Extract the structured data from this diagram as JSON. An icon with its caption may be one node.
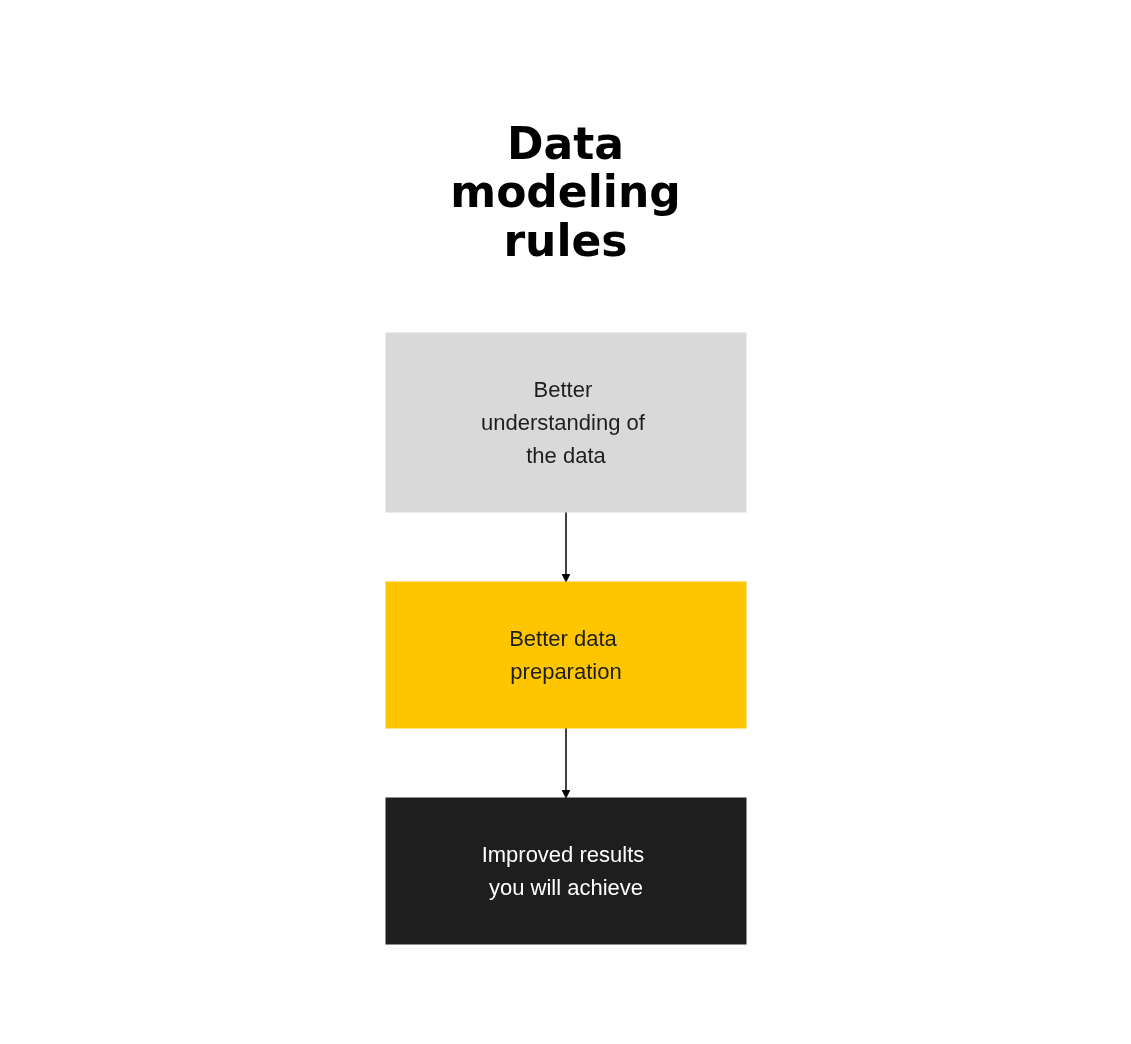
{
  "diagram": {
    "title": "Data modeling rules",
    "nodes": [
      {
        "text": [
          "Better understanding of the data"
        ]
      },
      {
        "text": [
          "Better data preparation"
        ]
      },
      {
        "text": [
          "Improved results you will achieve"
        ]
      }
    ],
    "edges": [
      {
        "from": 0,
        "to": 1,
        "arrow": "to"
      },
      {
        "from": 1,
        "to": 2,
        "arrow": "to"
      }
    ]
  }
}
